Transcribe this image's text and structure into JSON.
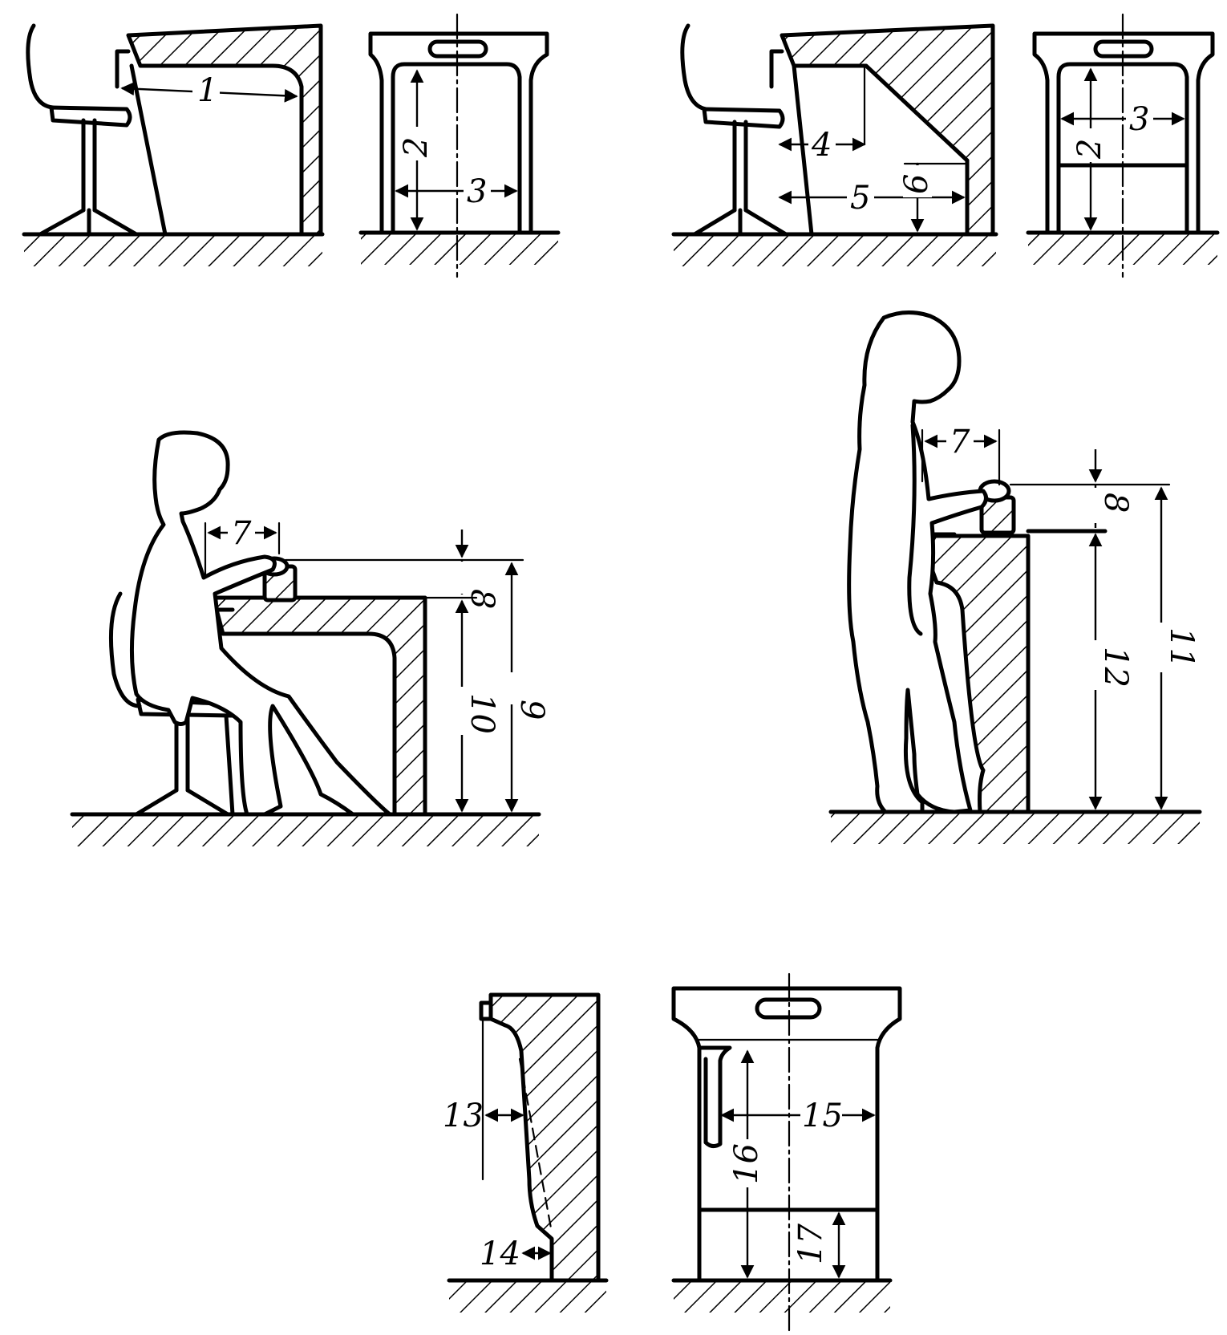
{
  "labels": {
    "d1": "1",
    "d2": "2",
    "d3": "3",
    "d4": "4",
    "d5": "5",
    "d6": "6",
    "d2b": "2",
    "d3b": "3",
    "d7a": "7",
    "d8a": "8",
    "d9": "9",
    "d10": "10",
    "d7b": "7",
    "d8b": "8",
    "d11": "11",
    "d12": "12",
    "d13": "13",
    "d14": "14",
    "d15": "15",
    "d16": "16",
    "d17": "17"
  },
  "colors": {
    "ink": "#000000",
    "paper": "#ffffff"
  }
}
